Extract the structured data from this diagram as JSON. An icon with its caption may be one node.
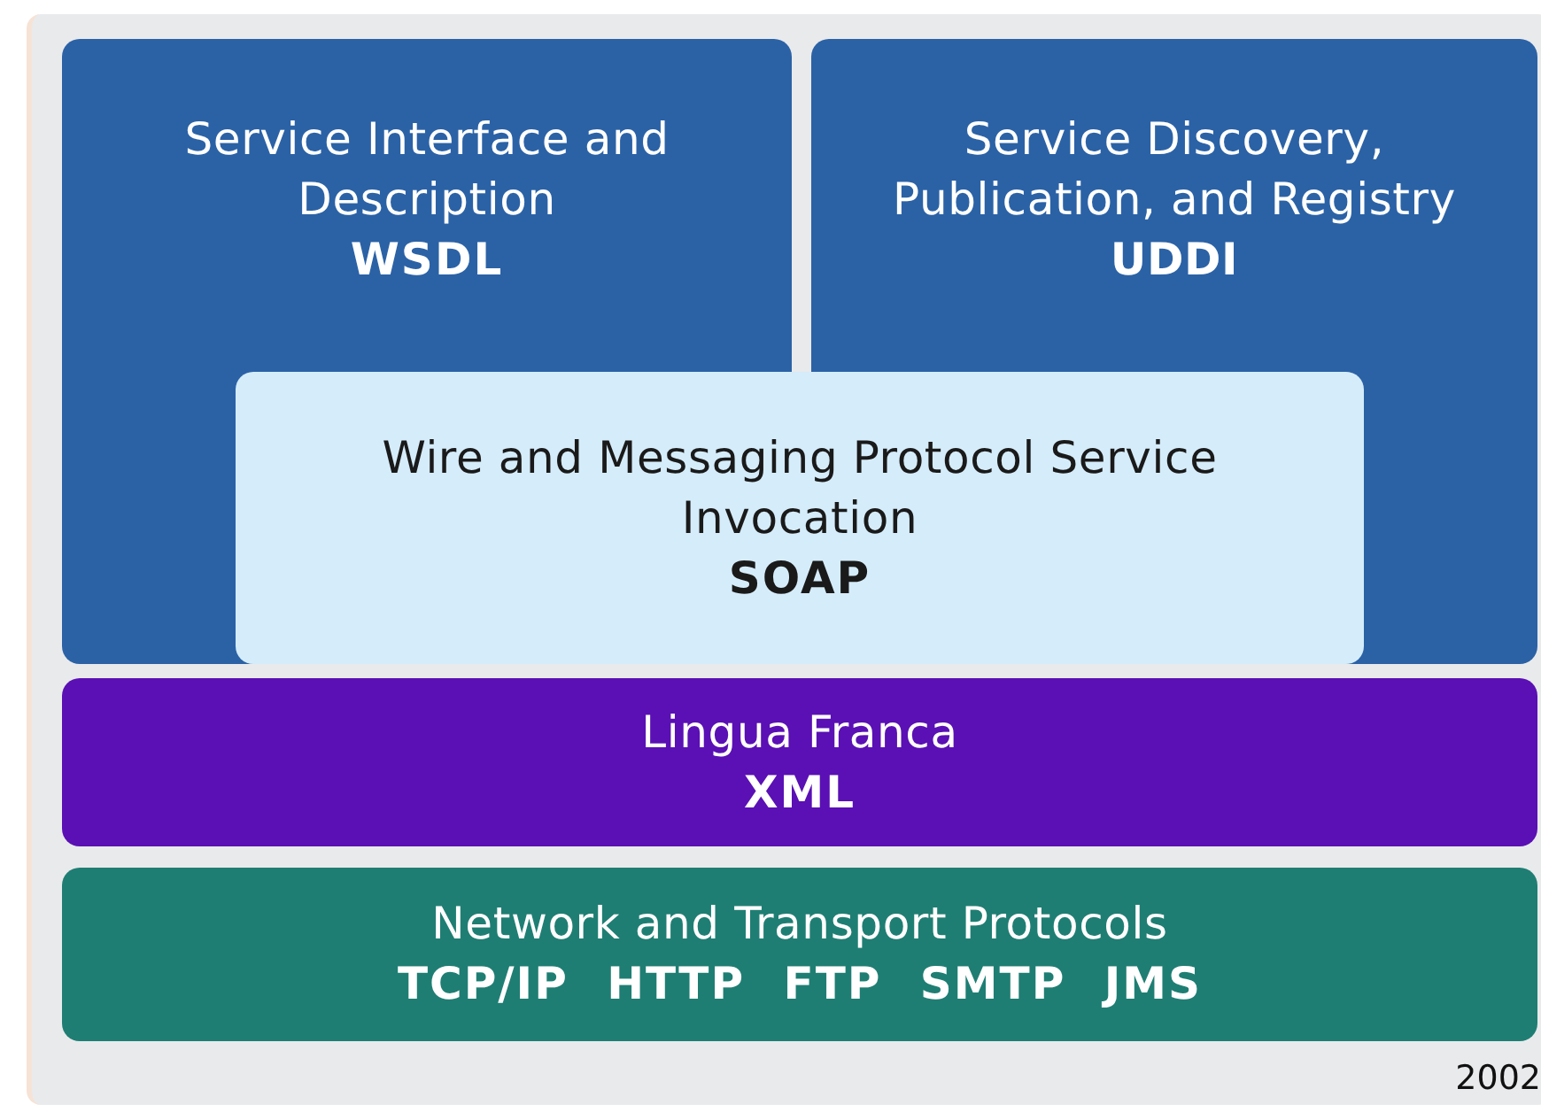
{
  "diagram": {
    "nodes": [
      {
        "text": [
          "Service Interface and Description",
          "WSDL"
        ]
      },
      {
        "text": [
          "Service Discovery, Publication, and Registry **UDDI**"
        ]
      },
      {
        "text": [
          "Wire and Messaging Protocol Service Invocation",
          "SOAP"
        ]
      },
      {
        "text": [
          "Lingua Franca",
          "XML"
        ]
      },
      {
        "text": [
          "Network and Transport Protocols",
          "TCP/IP HTTP FTP SMTP JMS"
        ]
      }
    ],
    "edges": [],
    "labels": [
      "2002"
    ]
  }
}
